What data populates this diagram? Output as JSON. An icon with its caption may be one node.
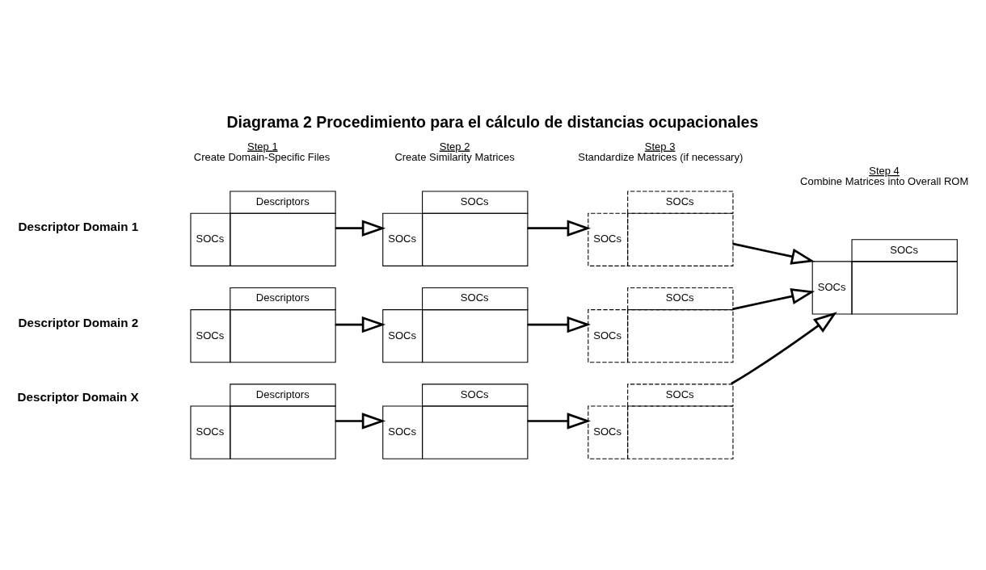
{
  "diagram": {
    "title": "Diagrama 2 Procedimiento para el cálculo de distancias ocupacionales",
    "nodes": [
      {
        "text": [
          "Descriptors",
          "SOCs"
        ]
      },
      {
        "text": [
          "SOCs",
          "SOCs"
        ]
      },
      {
        "text": [
          "SOCs",
          "SOCs"
        ]
      },
      {
        "text": [
          "Descriptors",
          "SOCs"
        ]
      },
      {
        "text": [
          "SOCs",
          "SOCs"
        ]
      },
      {
        "text": [
          "SOCs",
          "SOCs"
        ]
      },
      {
        "text": [
          "SOCs",
          "SOCs"
        ]
      },
      {
        "text": [
          "Descriptors",
          "SOCs"
        ]
      },
      {
        "text": [
          "SOCs",
          "SOCs"
        ]
      },
      {
        "text": [
          "SOCs",
          "SOCs"
        ]
      }
    ],
    "edges": [
      {
        "from": 0,
        "to": 1,
        "arrow": "to"
      },
      {
        "from": 1,
        "to": 2,
        "arrow": "to"
      },
      {
        "from": 2,
        "to": 6,
        "arrow": "to"
      },
      {
        "from": 3,
        "to": 4,
        "arrow": "to"
      },
      {
        "from": 4,
        "to": 5,
        "arrow": "to"
      },
      {
        "from": 5,
        "to": 6,
        "arrow": "to"
      },
      {
        "from": 7,
        "to": 8,
        "arrow": "to"
      },
      {
        "from": 8,
        "to": 9,
        "arrow": "to"
      },
      {
        "from": 9,
        "to": 6,
        "arrow": "to"
      }
    ],
    "labels": [
      "Step 1",
      "Create Domain-Specific Files",
      "Step 2",
      "Create Similarity Matrices",
      "Step 3",
      "Standardize Matrices (if necessary)",
      "Step 4",
      "Combine Matrices into Overall ROM",
      "Descriptor Domain 1",
      "Descriptor Domain 2",
      "Descriptor Domain X"
    ]
  }
}
